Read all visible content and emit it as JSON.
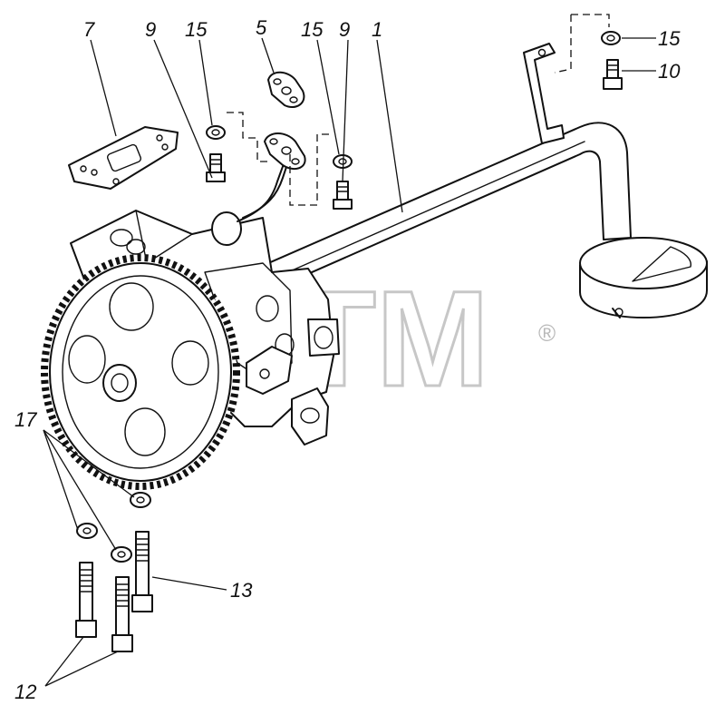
{
  "watermark": {
    "text": "BTM",
    "mark": "®"
  },
  "callouts": [
    {
      "id": "c7",
      "text": "7"
    },
    {
      "id": "c9a",
      "text": "9"
    },
    {
      "id": "c15a",
      "text": "15"
    },
    {
      "id": "c5",
      "text": "5"
    },
    {
      "id": "c15b",
      "text": "15"
    },
    {
      "id": "c9b",
      "text": "9"
    },
    {
      "id": "c1",
      "text": "1"
    },
    {
      "id": "c15c",
      "text": "15"
    },
    {
      "id": "c10",
      "text": "10"
    },
    {
      "id": "c17",
      "text": "17"
    },
    {
      "id": "c13",
      "text": "13"
    },
    {
      "id": "c12",
      "text": "12"
    }
  ]
}
